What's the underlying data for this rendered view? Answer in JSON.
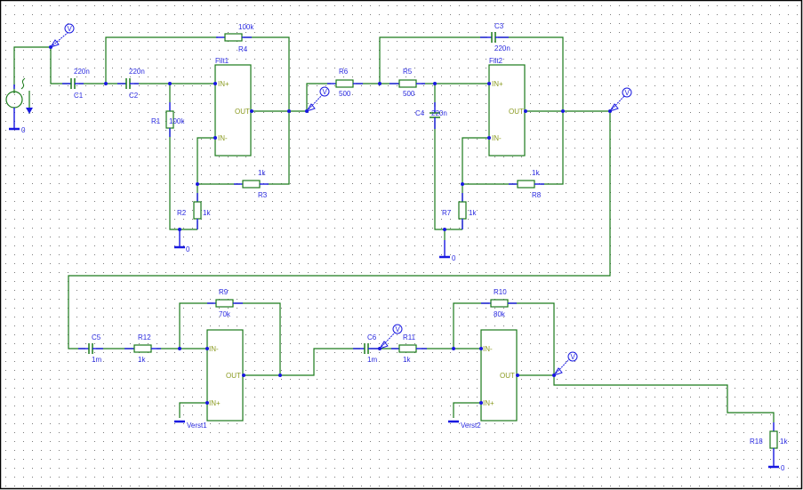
{
  "schematic": {
    "title": "",
    "ground_label": "0",
    "source": {
      "name": "voltage-source"
    },
    "probe_label": "V",
    "capacitors": [
      {
        "id": "C1",
        "value": "220n"
      },
      {
        "id": "C2",
        "value": "220n"
      },
      {
        "id": "C3",
        "value": "220n"
      },
      {
        "id": "C4",
        "value": "220n"
      },
      {
        "id": "C5",
        "value": "1m"
      },
      {
        "id": "C6",
        "value": "1m"
      }
    ],
    "resistors": [
      {
        "id": "R1",
        "value": "100k"
      },
      {
        "id": "R2",
        "value": "1k"
      },
      {
        "id": "R3",
        "value": "1k"
      },
      {
        "id": "R4",
        "value": "100k"
      },
      {
        "id": "R5",
        "value": "500"
      },
      {
        "id": "R6",
        "value": "500"
      },
      {
        "id": "R7",
        "value": "1k"
      },
      {
        "id": "R8",
        "value": "1k"
      },
      {
        "id": "R9",
        "value": "70k"
      },
      {
        "id": "R10",
        "value": "80k"
      },
      {
        "id": "R11",
        "value": "1k"
      },
      {
        "id": "R12",
        "value": "1k"
      },
      {
        "id": "R18",
        "value": "1k"
      }
    ],
    "opamps": [
      {
        "id": "Filt1",
        "pin_top": "IN+",
        "pin_bottom": "IN-",
        "pin_out": "OUT"
      },
      {
        "id": "Filt2",
        "pin_top": "IN+",
        "pin_bottom": "IN-",
        "pin_out": "OUT"
      },
      {
        "id": "Verst1",
        "pin_top": "IN-",
        "pin_bottom": "IN+",
        "pin_out": "OUT"
      },
      {
        "id": "Verst2",
        "pin_top": "IN-",
        "pin_bottom": "IN+",
        "pin_out": "OUT"
      }
    ]
  }
}
